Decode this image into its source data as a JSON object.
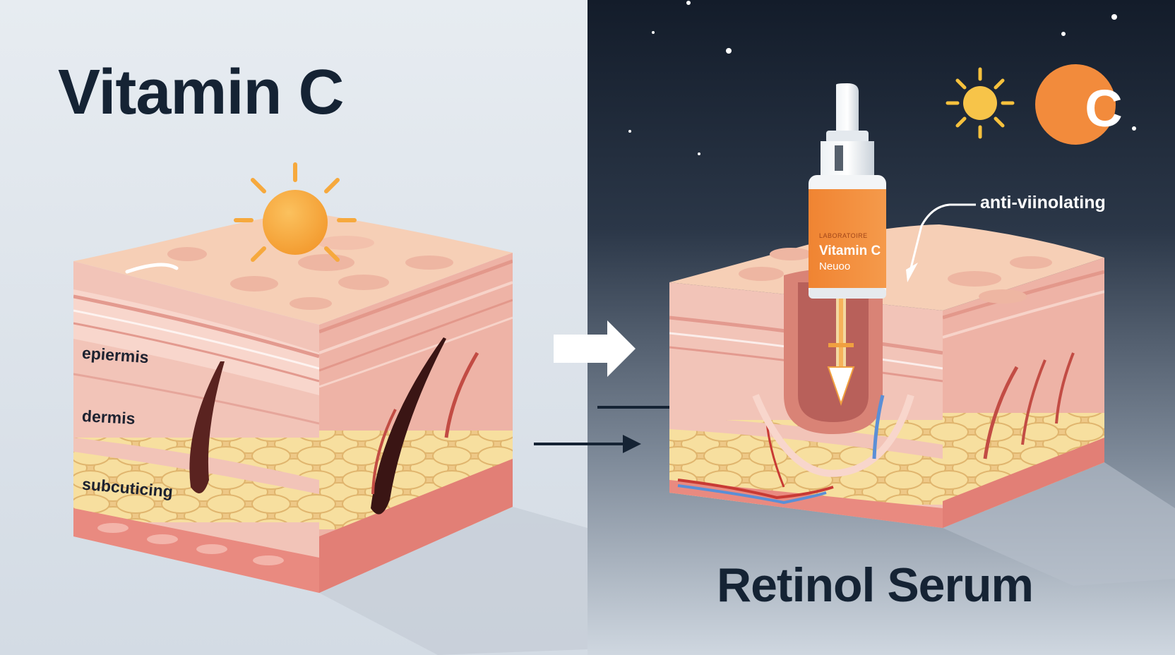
{
  "titles": {
    "left": "Vitamin C",
    "right": "Retinol Serum"
  },
  "layers": {
    "epidermis": "epiermis",
    "dermis": "dermis",
    "subcutis": "subcuticing"
  },
  "bottle": {
    "brand": "LABORATOIRE",
    "name": "Vitamin C",
    "sub": "Neuoo"
  },
  "annotation": "anti-viinolating",
  "badge": {
    "letter": "C"
  },
  "colors": {
    "left_background": "#dfe5ec",
    "right_background_top": "#16202e",
    "right_background_bottom": "#cdd6e0",
    "accent_orange": "#f28b3c",
    "sun_yellow": "#f6a93d",
    "title_dark": "#152334",
    "skin_top": "#f5cdb3",
    "skin_side": "#e08a80",
    "fat_yellow": "#f3d796",
    "hair_dark": "#3a1514"
  },
  "icons": [
    "sun-icon",
    "vitamin-c-badge-icon",
    "arrow-right-icon",
    "dropper-bottle-icon",
    "star-icon",
    "hair-follicle-icon"
  ]
}
